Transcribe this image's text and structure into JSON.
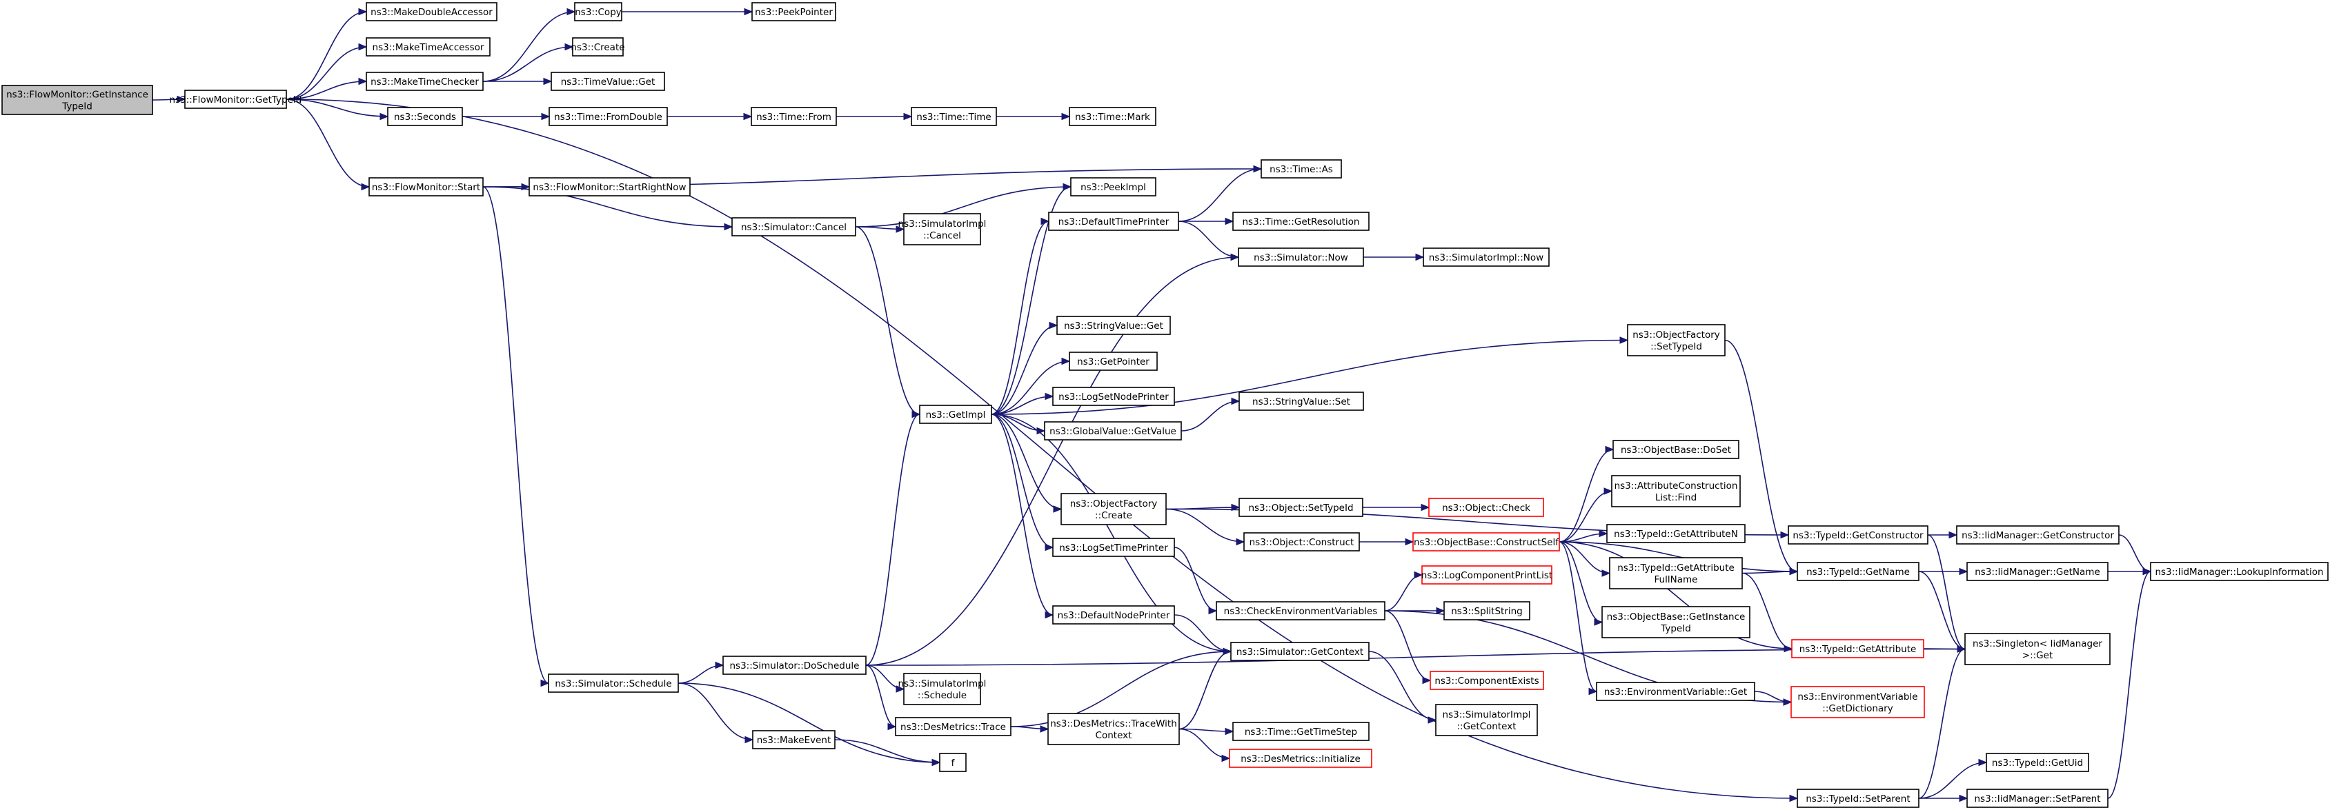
{
  "colors": {
    "edge": "#191970",
    "node_border": "#000000",
    "node_border_truncated": "#ff0000",
    "root_fill": "#bfbfbf",
    "node_fill": "#ffffff"
  },
  "nodes": [
    {
      "id": "root",
      "lines": [
        "ns3::FlowMonitor::GetInstance",
        "TypeId"
      ]
    },
    {
      "id": "fm_gettypeid",
      "lines": [
        "ns3::FlowMonitor::GetTypeId"
      ]
    },
    {
      "id": "makedoubleaccessor",
      "lines": [
        "ns3::MakeDoubleAccessor"
      ]
    },
    {
      "id": "maketimeaccessor",
      "lines": [
        "ns3::MakeTimeAccessor"
      ]
    },
    {
      "id": "maketimechecker",
      "lines": [
        "ns3::MakeTimeChecker"
      ]
    },
    {
      "id": "seconds",
      "lines": [
        "ns3::Seconds"
      ]
    },
    {
      "id": "fm_start",
      "lines": [
        "ns3::FlowMonitor::Start"
      ]
    },
    {
      "id": "copy",
      "lines": [
        "ns3::Copy"
      ]
    },
    {
      "id": "create",
      "lines": [
        "ns3::Create"
      ]
    },
    {
      "id": "timevalue_get",
      "lines": [
        "ns3::TimeValue::Get"
      ]
    },
    {
      "id": "peekpointer",
      "lines": [
        "ns3::PeekPointer"
      ]
    },
    {
      "id": "time_fromdouble",
      "lines": [
        "ns3::Time::FromDouble"
      ]
    },
    {
      "id": "time_from",
      "lines": [
        "ns3::Time::From"
      ]
    },
    {
      "id": "time_time",
      "lines": [
        "ns3::Time::Time"
      ]
    },
    {
      "id": "time_mark",
      "lines": [
        "ns3::Time::Mark"
      ]
    },
    {
      "id": "fm_startrightnow",
      "lines": [
        "ns3::FlowMonitor::StartRightNow"
      ]
    },
    {
      "id": "time_as",
      "lines": [
        "ns3::Time::As"
      ]
    },
    {
      "id": "peekimpl",
      "lines": [
        "ns3::PeekImpl"
      ]
    },
    {
      "id": "sim_cancel",
      "lines": [
        "ns3::Simulator::Cancel"
      ]
    },
    {
      "id": "simimpl_cancel",
      "lines": [
        "ns3::SimulatorImpl",
        "::Cancel"
      ]
    },
    {
      "id": "defaulttimeprinter",
      "lines": [
        "ns3::DefaultTimePrinter"
      ]
    },
    {
      "id": "time_getresolution",
      "lines": [
        "ns3::Time::GetResolution"
      ]
    },
    {
      "id": "sim_now",
      "lines": [
        "ns3::Simulator::Now"
      ]
    },
    {
      "id": "simimpl_now",
      "lines": [
        "ns3::SimulatorImpl::Now"
      ]
    },
    {
      "id": "stringvalue_get",
      "lines": [
        "ns3::StringValue::Get"
      ]
    },
    {
      "id": "getpointer",
      "lines": [
        "ns3::GetPointer"
      ]
    },
    {
      "id": "getimpl",
      "lines": [
        "ns3::GetImpl"
      ]
    },
    {
      "id": "logsetnodeprinter",
      "lines": [
        "ns3::LogSetNodePrinter"
      ]
    },
    {
      "id": "globalvalue_getvalue",
      "lines": [
        "ns3::GlobalValue::GetValue"
      ]
    },
    {
      "id": "stringvalue_set",
      "lines": [
        "ns3::StringValue::Set"
      ]
    },
    {
      "id": "objfactory_settypeid",
      "lines": [
        "ns3::ObjectFactory",
        "::SetTypeId"
      ]
    },
    {
      "id": "objbase_doset",
      "lines": [
        "ns3::ObjectBase::DoSet"
      ]
    },
    {
      "id": "attrconstr_find",
      "lines": [
        "ns3::AttributeConstruction",
        "List::Find"
      ]
    },
    {
      "id": "objfactory_create",
      "lines": [
        "ns3::ObjectFactory",
        "::Create"
      ]
    },
    {
      "id": "object_settypeid",
      "lines": [
        "ns3::Object::SetTypeId"
      ]
    },
    {
      "id": "object_check",
      "lines": [
        "ns3::Object::Check"
      ],
      "truncated": true
    },
    {
      "id": "object_construct",
      "lines": [
        "ns3::Object::Construct"
      ]
    },
    {
      "id": "objbase_constructself",
      "lines": [
        "ns3::ObjectBase::ConstructSelf"
      ],
      "truncated": true
    },
    {
      "id": "typeid_getattributen",
      "lines": [
        "ns3::TypeId::GetAttributeN"
      ]
    },
    {
      "id": "typeid_getconstructor",
      "lines": [
        "ns3::TypeId::GetConstructor"
      ]
    },
    {
      "id": "iidmgr_getconstructor",
      "lines": [
        "ns3::IidManager::GetConstructor"
      ]
    },
    {
      "id": "logsettimeprinter",
      "lines": [
        "ns3::LogSetTimePrinter"
      ]
    },
    {
      "id": "logcomponentprintlist",
      "lines": [
        "ns3::LogComponentPrintList"
      ],
      "truncated": true
    },
    {
      "id": "typeid_getattributefullname",
      "lines": [
        "ns3::TypeId::GetAttribute",
        "FullName"
      ]
    },
    {
      "id": "typeid_getname",
      "lines": [
        "ns3::TypeId::GetName"
      ]
    },
    {
      "id": "iidmgr_getname",
      "lines": [
        "ns3::IidManager::GetName"
      ]
    },
    {
      "id": "iidmgr_lookupinformation",
      "lines": [
        "ns3::IidManager::LookupInformation"
      ]
    },
    {
      "id": "checkenvvars",
      "lines": [
        "ns3::CheckEnvironmentVariables"
      ]
    },
    {
      "id": "splitstring",
      "lines": [
        "ns3::SplitString"
      ]
    },
    {
      "id": "defaultnodeprinter",
      "lines": [
        "ns3::DefaultNodePrinter"
      ]
    },
    {
      "id": "objbase_getinstancetypeid",
      "lines": [
        "ns3::ObjectBase::GetInstance",
        "TypeId"
      ]
    },
    {
      "id": "sim_getcontext",
      "lines": [
        "ns3::Simulator::GetContext"
      ]
    },
    {
      "id": "typeid_getattribute",
      "lines": [
        "ns3::TypeId::GetAttribute"
      ],
      "truncated": true
    },
    {
      "id": "singleton_get",
      "lines": [
        "ns3::Singleton< IidManager",
        ">::Get"
      ]
    },
    {
      "id": "sim_doschedule",
      "lines": [
        "ns3::Simulator::DoSchedule"
      ]
    },
    {
      "id": "componentexists",
      "lines": [
        "ns3::ComponentExists"
      ],
      "truncated": true
    },
    {
      "id": "sim_schedule",
      "lines": [
        "ns3::Simulator::Schedule"
      ]
    },
    {
      "id": "simimpl_schedule",
      "lines": [
        "ns3::SimulatorImpl",
        "::Schedule"
      ]
    },
    {
      "id": "envvar_get",
      "lines": [
        "ns3::EnvironmentVariable::Get"
      ]
    },
    {
      "id": "envvar_getdictionary",
      "lines": [
        "ns3::EnvironmentVariable",
        "::GetDictionary"
      ],
      "truncated": true
    },
    {
      "id": "simimpl_getcontext",
      "lines": [
        "ns3::SimulatorImpl",
        "::GetContext"
      ]
    },
    {
      "id": "desmetrics_trace",
      "lines": [
        "ns3::DesMetrics::Trace"
      ]
    },
    {
      "id": "desmetrics_tracewithcontext",
      "lines": [
        "ns3::DesMetrics::TraceWith",
        "Context"
      ]
    },
    {
      "id": "time_gettimestep",
      "lines": [
        "ns3::Time::GetTimeStep"
      ]
    },
    {
      "id": "makeevent",
      "lines": [
        "ns3::MakeEvent"
      ]
    },
    {
      "id": "f",
      "lines": [
        "f"
      ]
    },
    {
      "id": "desmetrics_initialize",
      "lines": [
        "ns3::DesMetrics::Initialize"
      ],
      "truncated": true
    },
    {
      "id": "typeid_getuid",
      "lines": [
        "ns3::TypeId::GetUid"
      ]
    },
    {
      "id": "typeid_setparent",
      "lines": [
        "ns3::TypeId::SetParent"
      ]
    },
    {
      "id": "iidmgr_setparent",
      "lines": [
        "ns3::IidManager::SetParent"
      ]
    }
  ],
  "edges": [
    [
      "root",
      "fm_gettypeid"
    ],
    [
      "fm_gettypeid",
      "makedoubleaccessor"
    ],
    [
      "fm_gettypeid",
      "maketimeaccessor"
    ],
    [
      "fm_gettypeid",
      "maketimechecker"
    ],
    [
      "fm_gettypeid",
      "seconds"
    ],
    [
      "fm_gettypeid",
      "fm_start"
    ],
    [
      "fm_gettypeid",
      "typeid_setparent"
    ],
    [
      "maketimechecker",
      "copy"
    ],
    [
      "maketimechecker",
      "create"
    ],
    [
      "maketimechecker",
      "timevalue_get"
    ],
    [
      "copy",
      "peekpointer"
    ],
    [
      "seconds",
      "time_fromdouble"
    ],
    [
      "time_fromdouble",
      "time_from"
    ],
    [
      "time_from",
      "time_time"
    ],
    [
      "time_time",
      "time_mark"
    ],
    [
      "fm_start",
      "time_as"
    ],
    [
      "fm_start",
      "fm_startrightnow"
    ],
    [
      "fm_start",
      "sim_cancel"
    ],
    [
      "fm_start",
      "sim_schedule"
    ],
    [
      "sim_cancel",
      "peekimpl"
    ],
    [
      "sim_cancel",
      "simimpl_cancel"
    ],
    [
      "sim_cancel",
      "getimpl"
    ],
    [
      "defaulttimeprinter",
      "time_as"
    ],
    [
      "defaulttimeprinter",
      "time_getresolution"
    ],
    [
      "defaulttimeprinter",
      "sim_now"
    ],
    [
      "sim_now",
      "simimpl_now"
    ],
    [
      "getimpl",
      "peekimpl"
    ],
    [
      "getimpl",
      "defaulttimeprinter"
    ],
    [
      "getimpl",
      "stringvalue_get"
    ],
    [
      "getimpl",
      "getpointer"
    ],
    [
      "getimpl",
      "logsetnodeprinter"
    ],
    [
      "getimpl",
      "globalvalue_getvalue"
    ],
    [
      "getimpl",
      "objfactory_settypeid"
    ],
    [
      "getimpl",
      "objfactory_create"
    ],
    [
      "getimpl",
      "logsettimeprinter"
    ],
    [
      "getimpl",
      "defaultnodeprinter"
    ],
    [
      "getimpl",
      "sim_getcontext"
    ],
    [
      "globalvalue_getvalue",
      "stringvalue_set"
    ],
    [
      "objfactory_settypeid",
      "typeid_getname"
    ],
    [
      "objfactory_create",
      "typeid_getconstructor"
    ],
    [
      "objfactory_create",
      "object_settypeid"
    ],
    [
      "objfactory_create",
      "object_construct"
    ],
    [
      "object_settypeid",
      "object_check"
    ],
    [
      "object_construct",
      "objbase_constructself"
    ],
    [
      "objbase_constructself",
      "objbase_doset"
    ],
    [
      "objbase_constructself",
      "attrconstr_find"
    ],
    [
      "objbase_constructself",
      "typeid_getattributen"
    ],
    [
      "objbase_constructself",
      "typeid_getattributefullname"
    ],
    [
      "objbase_constructself",
      "objbase_getinstancetypeid"
    ],
    [
      "objbase_constructself",
      "typeid_getname"
    ],
    [
      "objbase_constructself",
      "typeid_getattribute"
    ],
    [
      "objbase_constructself",
      "envvar_get"
    ],
    [
      "typeid_getconstructor",
      "iidmgr_getconstructor"
    ],
    [
      "typeid_getconstructor",
      "singleton_get"
    ],
    [
      "iidmgr_getconstructor",
      "iidmgr_lookupinformation"
    ],
    [
      "typeid_getattributefullname",
      "typeid_getname"
    ],
    [
      "typeid_getattributefullname",
      "typeid_getattribute"
    ],
    [
      "typeid_getname",
      "iidmgr_getname"
    ],
    [
      "typeid_getname",
      "singleton_get"
    ],
    [
      "iidmgr_getname",
      "iidmgr_lookupinformation"
    ],
    [
      "typeid_getattribute",
      "singleton_get"
    ],
    [
      "logsettimeprinter",
      "checkenvvars"
    ],
    [
      "checkenvvars",
      "logcomponentprintlist"
    ],
    [
      "checkenvvars",
      "splitstring"
    ],
    [
      "checkenvvars",
      "componentexists"
    ],
    [
      "checkenvvars",
      "envvar_getdictionary"
    ],
    [
      "envvar_get",
      "envvar_getdictionary"
    ],
    [
      "defaultnodeprinter",
      "sim_getcontext"
    ],
    [
      "sim_getcontext",
      "simimpl_getcontext"
    ],
    [
      "sim_schedule",
      "sim_doschedule"
    ],
    [
      "sim_schedule",
      "makeevent"
    ],
    [
      "sim_schedule",
      "f"
    ],
    [
      "sim_doschedule",
      "sim_now"
    ],
    [
      "sim_doschedule",
      "getimpl"
    ],
    [
      "sim_doschedule",
      "simimpl_schedule"
    ],
    [
      "sim_doschedule",
      "desmetrics_trace"
    ],
    [
      "sim_doschedule",
      "singleton_get"
    ],
    [
      "desmetrics_trace",
      "sim_getcontext"
    ],
    [
      "desmetrics_trace",
      "desmetrics_tracewithcontext"
    ],
    [
      "desmetrics_tracewithcontext",
      "sim_getcontext"
    ],
    [
      "desmetrics_tracewithcontext",
      "time_gettimestep"
    ],
    [
      "desmetrics_tracewithcontext",
      "desmetrics_initialize"
    ],
    [
      "makeevent",
      "f"
    ],
    [
      "typeid_setparent",
      "typeid_getuid"
    ],
    [
      "typeid_setparent",
      "iidmgr_setparent"
    ],
    [
      "typeid_setparent",
      "singleton_get"
    ],
    [
      "iidmgr_setparent",
      "iidmgr_lookupinformation"
    ]
  ]
}
